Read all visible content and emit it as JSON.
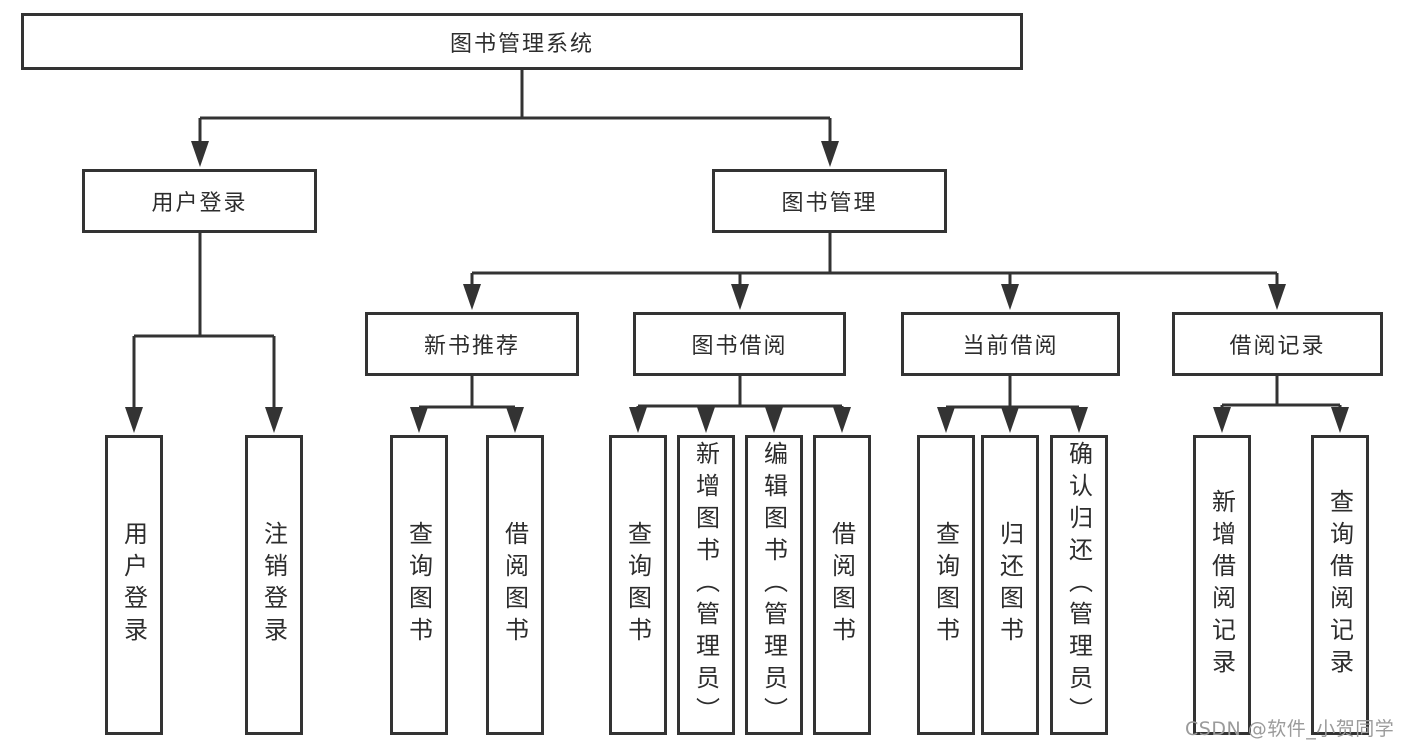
{
  "page": {
    "background": "#ffffff"
  },
  "colors": {
    "line": "#333333",
    "node_border": "#333333",
    "node_text": "#2d2d2d",
    "node_bg": "#ffffff",
    "watermark": "#9b9b9b"
  },
  "tree": {
    "root": {
      "label": "图书管理系统"
    },
    "branches": [
      {
        "label": "用户登录",
        "children": [
          {
            "label": "用户登录"
          },
          {
            "label": "注销登录"
          }
        ]
      },
      {
        "label": "图书管理",
        "children": [
          {
            "label": "新书推荐",
            "children": [
              {
                "label": "查询图书"
              },
              {
                "label": "借阅图书"
              }
            ]
          },
          {
            "label": "图书借阅",
            "children": [
              {
                "label": "查询图书"
              },
              {
                "label": "新增图书（管理员）"
              },
              {
                "label": "编辑图书（管理员）"
              },
              {
                "label": "借阅图书"
              }
            ]
          },
          {
            "label": "当前借阅",
            "children": [
              {
                "label": "查询图书"
              },
              {
                "label": "归还图书"
              },
              {
                "label": "确认归还（管理员）"
              }
            ]
          },
          {
            "label": "借阅记录",
            "children": [
              {
                "label": "新增借阅记录"
              },
              {
                "label": "查询借阅记录"
              }
            ]
          }
        ]
      }
    ]
  },
  "watermark": {
    "text": "CSDN @软件_小贺同学"
  }
}
